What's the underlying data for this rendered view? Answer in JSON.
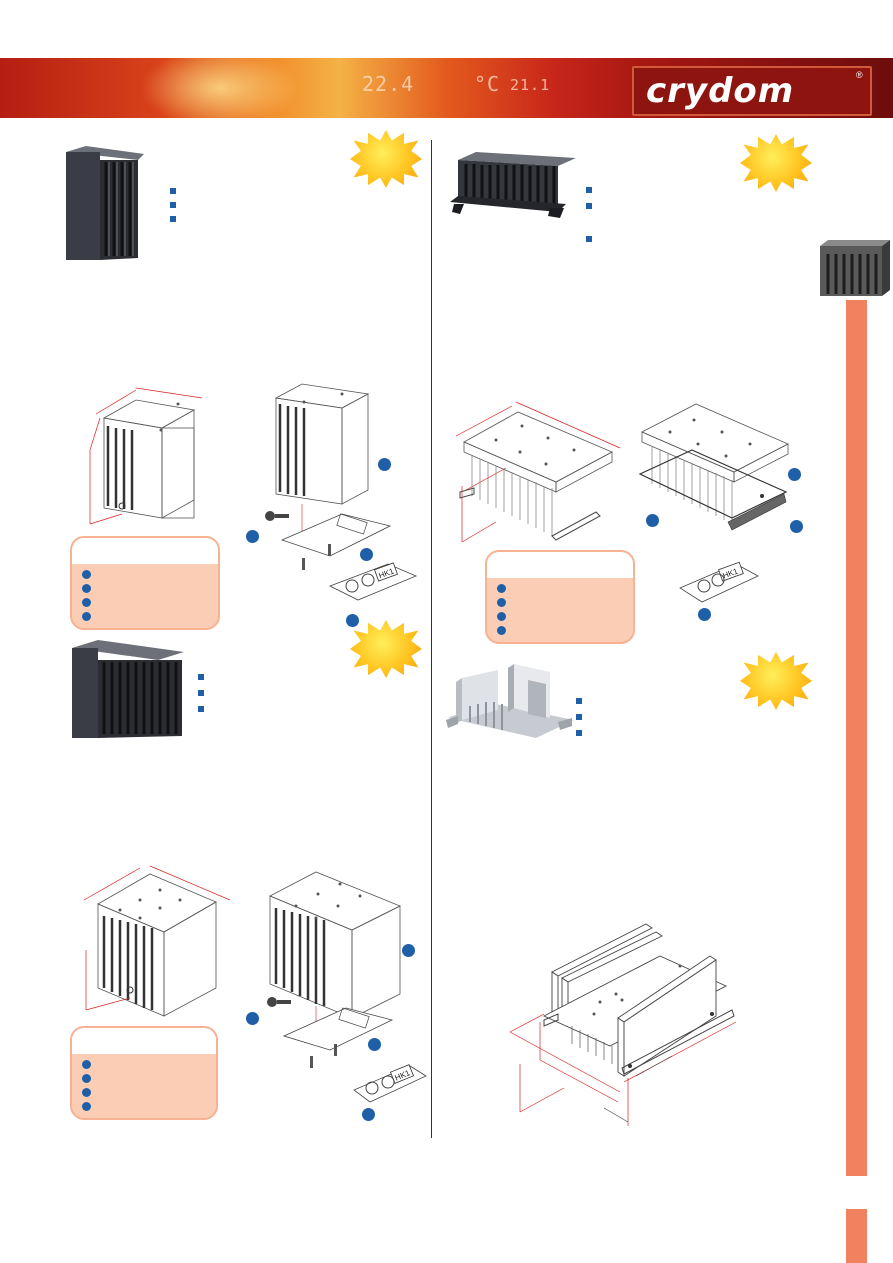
{
  "header": {
    "brand": "crydom",
    "registered_mark": "®",
    "display_value_1": "22.4",
    "display_unit": "°C",
    "display_value_2": "21.1"
  },
  "colors": {
    "accent": "#f08260",
    "callout": "#1f5fa8",
    "legend_fill": "#fbcdb5",
    "starburst": "#ffc21e"
  },
  "icons": [
    "starburst-badge",
    "bullet-square",
    "callout-dot",
    "heatsink-tab-icon"
  ],
  "labels": {
    "hk1_tag": "HK1"
  }
}
